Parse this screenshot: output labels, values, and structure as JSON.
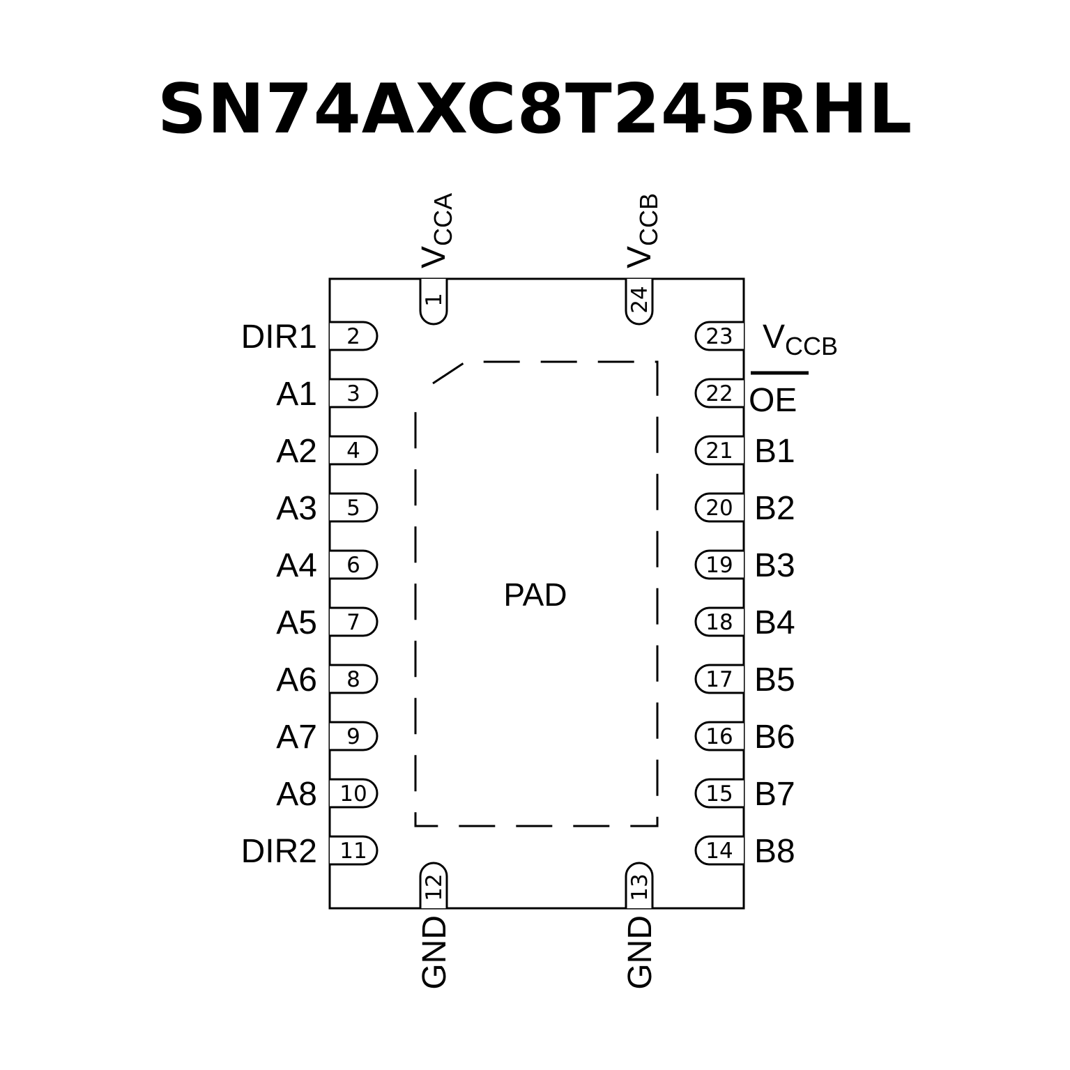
{
  "title": "SN74AXC8T245RHL",
  "pad_label": "PAD",
  "left_pins": [
    {
      "num": "2",
      "name": "DIR1"
    },
    {
      "num": "3",
      "name": "A1"
    },
    {
      "num": "4",
      "name": "A2"
    },
    {
      "num": "5",
      "name": "A3"
    },
    {
      "num": "6",
      "name": "A4"
    },
    {
      "num": "7",
      "name": "A5"
    },
    {
      "num": "8",
      "name": "A6"
    },
    {
      "num": "9",
      "name": "A7"
    },
    {
      "num": "10",
      "name": "A8"
    },
    {
      "num": "11",
      "name": "DIR2"
    }
  ],
  "right_pins": [
    {
      "num": "23",
      "name": "V",
      "sub": "CCB"
    },
    {
      "num": "22",
      "name": "OE",
      "overline": true
    },
    {
      "num": "21",
      "name": "B1"
    },
    {
      "num": "20",
      "name": "B2"
    },
    {
      "num": "19",
      "name": "B3"
    },
    {
      "num": "18",
      "name": "B4"
    },
    {
      "num": "17",
      "name": "B5"
    },
    {
      "num": "16",
      "name": "B6"
    },
    {
      "num": "15",
      "name": "B7"
    },
    {
      "num": "14",
      "name": "B8"
    }
  ],
  "top_pins": [
    {
      "num": "1",
      "name": "V",
      "sub": "CCA"
    },
    {
      "num": "24",
      "name": "V",
      "sub": "CCB"
    }
  ],
  "bottom_pins": [
    {
      "num": "12",
      "name": "GND"
    },
    {
      "num": "13",
      "name": "GND"
    }
  ]
}
